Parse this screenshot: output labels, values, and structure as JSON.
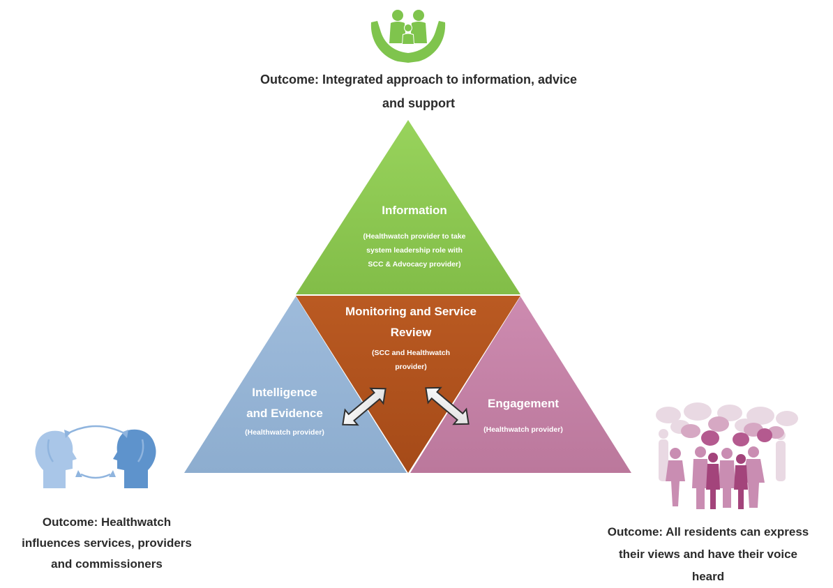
{
  "outcomes": {
    "top": "Outcome: Integrated approach to information, advice\nand support",
    "left": "Outcome: Healthwatch\ninfluences services, providers\nand commissioners",
    "right": "Outcome: All residents can express\ntheir views and have their voice\nheard"
  },
  "triangles": {
    "information": {
      "title": "Information",
      "subtitle": "(Healthwatch provider to take\nsystem leadership role with\nSCC & Advocacy provider)"
    },
    "monitoring": {
      "title": "Monitoring and Service\nReview",
      "subtitle": "(SCC and Healthwatch\nprovider)"
    },
    "intelligence": {
      "title": "Intelligence\nand Evidence",
      "subtitle": "(Healthwatch provider)"
    },
    "engagement": {
      "title": "Engagement",
      "subtitle": "(Healthwatch provider)"
    }
  },
  "colors": {
    "information": "#8cc751",
    "monitoring": "#b5531e",
    "intelligence": "#97b5d6",
    "engagement": "#c682a7",
    "outcome_text": "#2b2b2b"
  },
  "icons": {
    "top": "family-in-hands-icon",
    "left": "two-heads-communication-icon",
    "right": "people-speech-bubbles-icon"
  }
}
